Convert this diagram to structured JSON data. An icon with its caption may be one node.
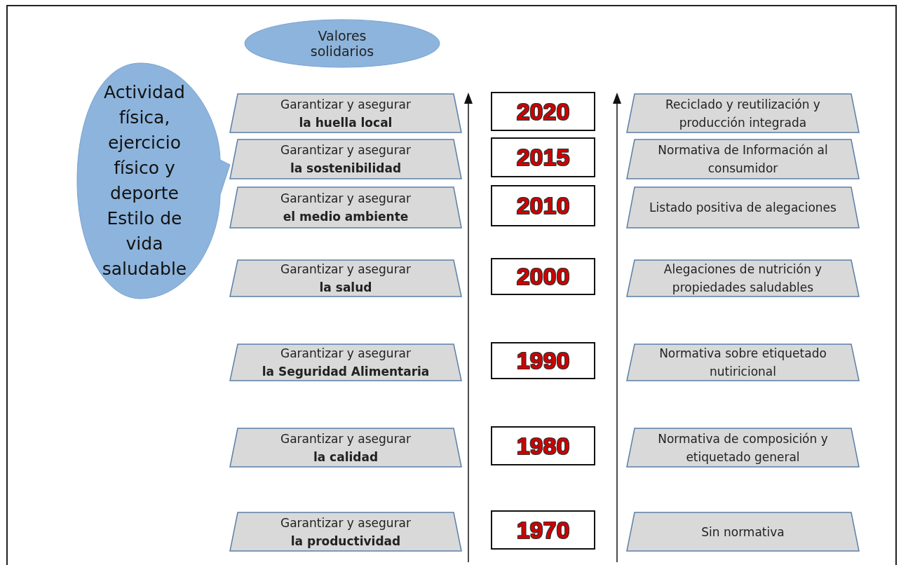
{
  "diagram": {
    "nodes": [
      {
        "text": [
          "Valores solidarios"
        ]
      },
      {
        "text": [
          "Actividad física, ejercicio físico y deporte",
          "Estilo de vida saludable"
        ]
      },
      {
        "text": [
          "Garantizar y asegurar",
          "la huella local"
        ]
      },
      {
        "text": [
          "2020"
        ]
      },
      {
        "text": [
          "Reciclado y reutilización y producción integrada"
        ]
      },
      {
        "text": [
          "Garantizar y asegurar",
          "la sostenibilidad"
        ]
      },
      {
        "text": [
          "2015"
        ]
      },
      {
        "text": [
          "Normativa de Información al consumidor"
        ]
      },
      {
        "text": [
          "Garantizar y asegurar",
          "el medio ambiente"
        ]
      },
      {
        "text": [
          "2010"
        ]
      },
      {
        "text": [
          "Listado positiva de alegaciones"
        ]
      },
      {
        "text": [
          "Garantizar y asegurar",
          "la salud"
        ]
      },
      {
        "text": [
          "2000"
        ]
      },
      {
        "text": [
          "Alegaciones de nutrición y propiedades saludables"
        ]
      },
      {
        "text": [
          "Garantizar y asegurar",
          "la Seguridad Alimentaria"
        ]
      },
      {
        "text": [
          "1990"
        ]
      },
      {
        "text": [
          "Normativa sobre etiquetado nutiricional"
        ]
      },
      {
        "text": [
          "Garantizar y asegurar",
          "la calidad"
        ]
      },
      {
        "text": [
          "1980"
        ]
      },
      {
        "text": [
          "Normativa de composición y etiquetado general"
        ]
      },
      {
        "text": [
          "Garantizar y asegurar",
          "la productividad"
        ]
      },
      {
        "text": [
          "1970"
        ]
      },
      {
        "text": [
          "Sin normativa"
        ]
      }
    ]
  }
}
